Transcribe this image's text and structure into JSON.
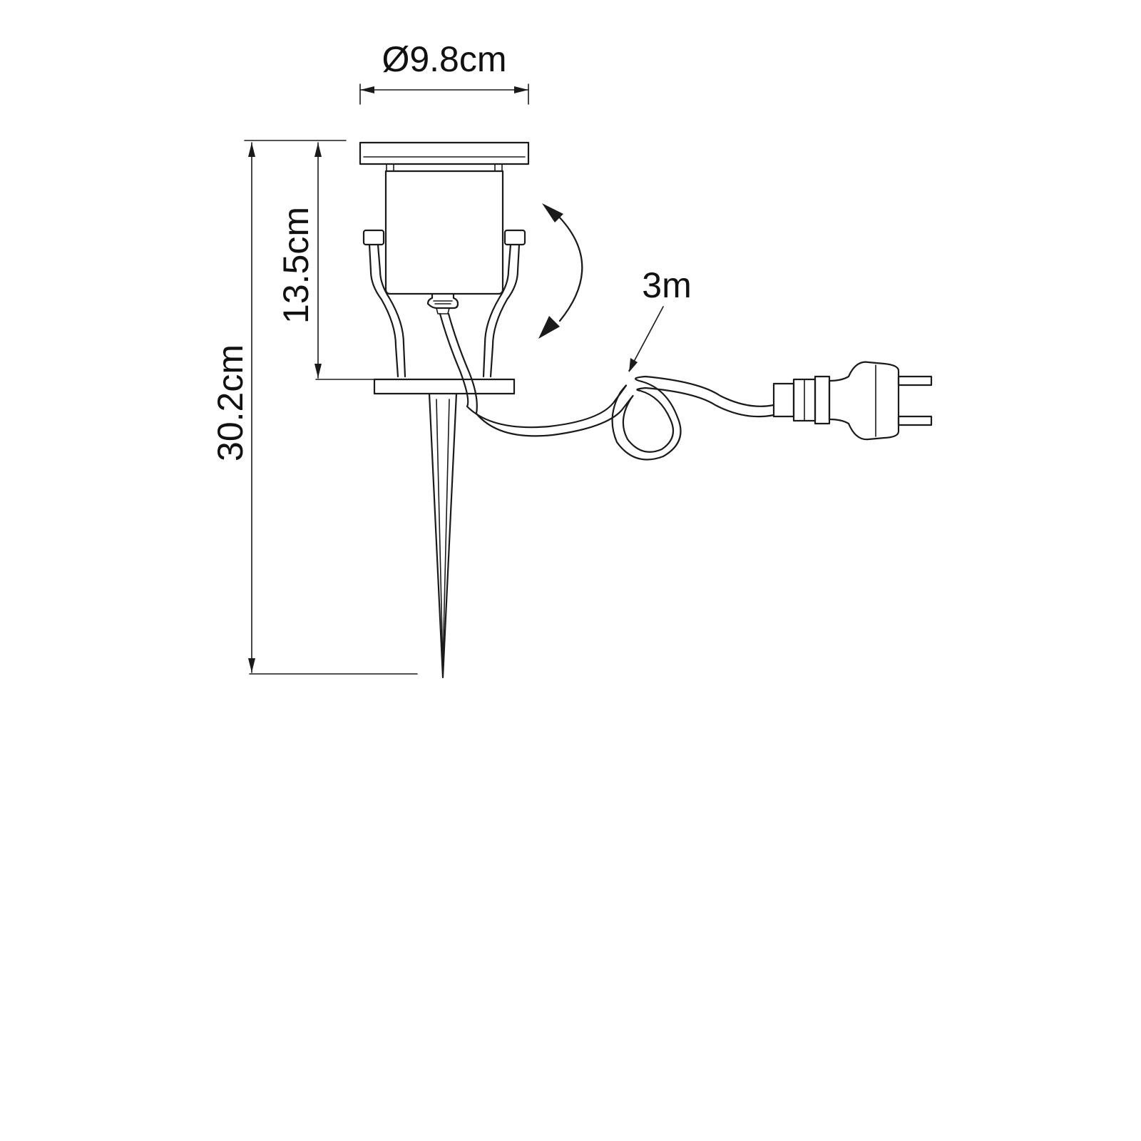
{
  "dimensions": {
    "diameter": "Ø9.8cm",
    "head_height": "13.5cm",
    "total_height": "30.2cm",
    "cable_length": "3m"
  }
}
